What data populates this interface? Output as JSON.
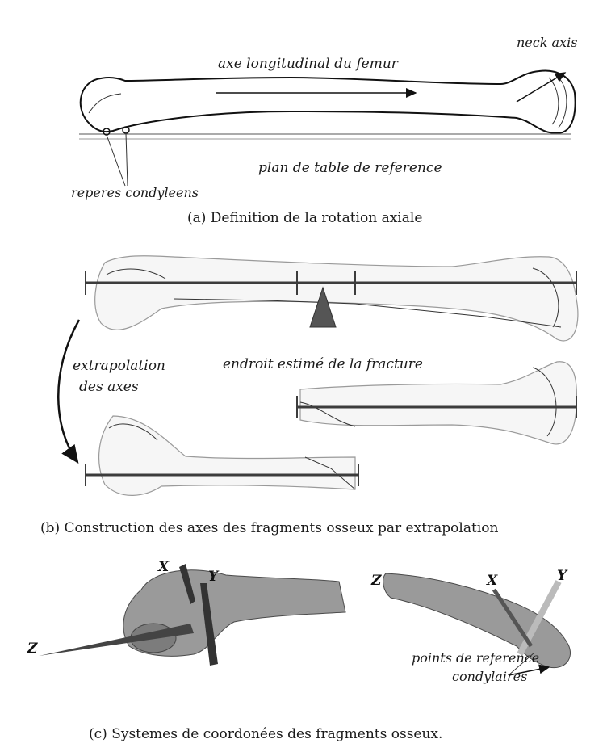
{
  "panel_a": {
    "label_long_axis": "axe longitudinal du femur",
    "label_neck_axis": "neck axis",
    "label_table": "plan de table de reference",
    "label_condyles": "reperes condyleens",
    "caption": "(a) Definition de la rotation axiale"
  },
  "panel_b": {
    "label_extrapolation_line1": "extrapolation",
    "label_extrapolation_line2": "des axes",
    "label_fracture": "endroit estimé de la fracture",
    "caption": "(b) Construction des axes des fragments osseux par extrapolation"
  },
  "panel_c": {
    "left_axis_x": "X",
    "left_axis_y": "Y",
    "left_axis_z": "Z",
    "right_axis_z": "Z",
    "right_axis_x": "X",
    "right_axis_y": "Y",
    "label_ref_line1": "points de reference",
    "label_ref_line2": "condylaires",
    "caption": "(c) Systemes de coordonées des fragments osseux."
  }
}
